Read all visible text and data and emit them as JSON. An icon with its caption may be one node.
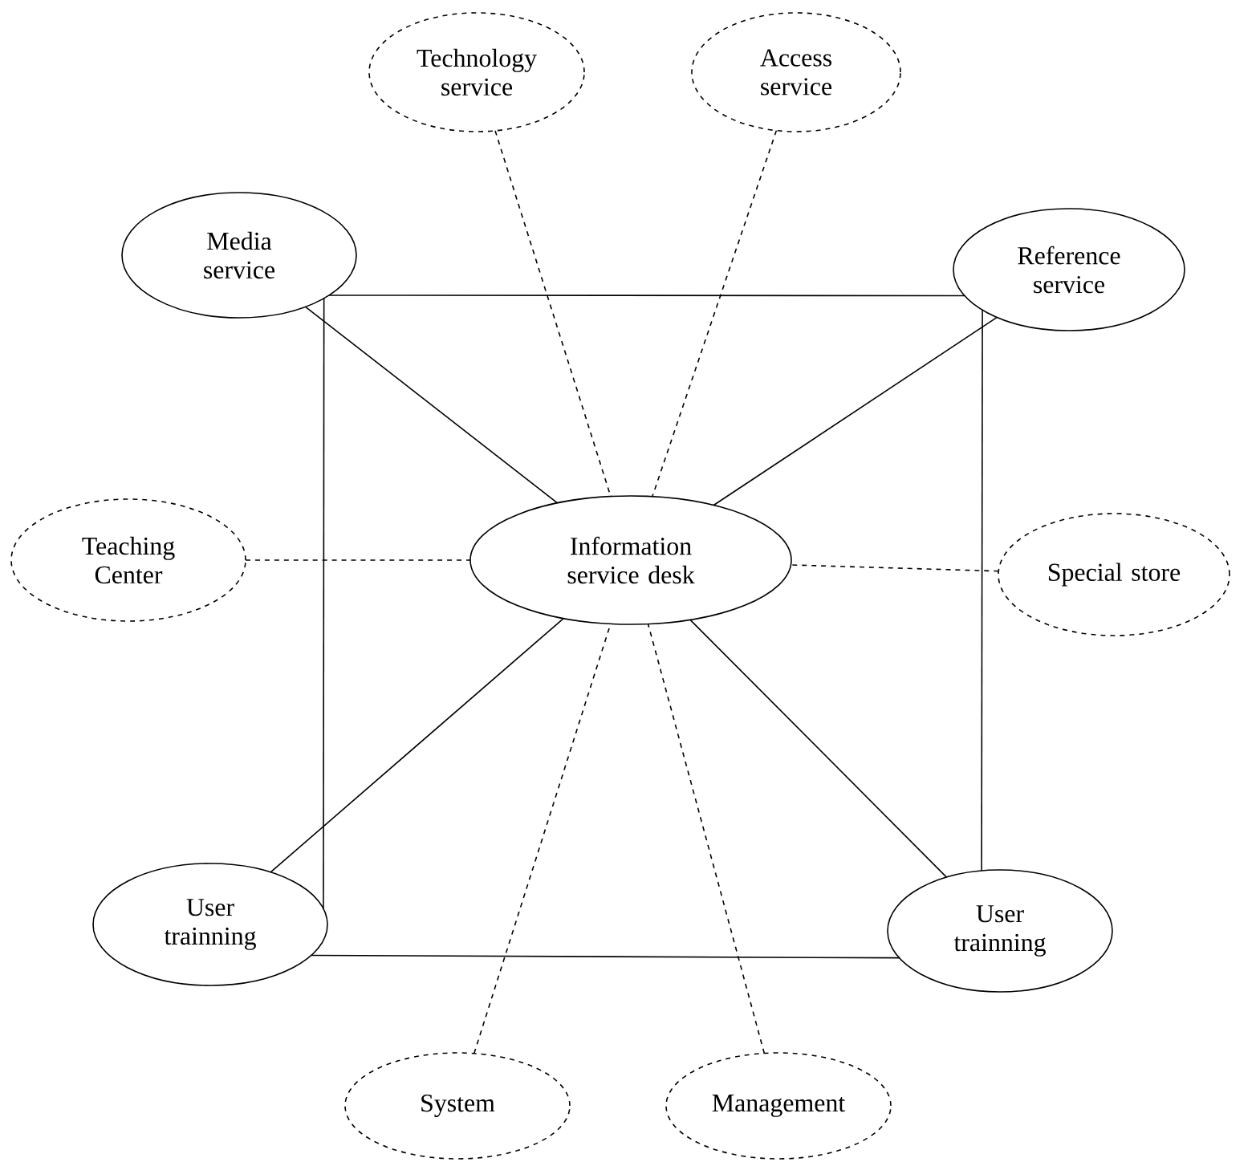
{
  "diagram": {
    "nodes": [
      {
        "text": [
          "Technology service"
        ]
      },
      {
        "text": [
          "Access service"
        ]
      },
      {
        "text": [
          "Media service"
        ]
      },
      {
        "text": [
          "Reference service"
        ]
      },
      {
        "text": [
          "Teaching Center"
        ]
      },
      {
        "text": [
          "Information service desk"
        ]
      },
      {
        "text": [
          "Special store"
        ]
      },
      {
        "text": [
          "User trainning"
        ]
      },
      {
        "text": [
          "User trainning"
        ]
      },
      {
        "text": [
          "System"
        ]
      },
      {
        "text": [
          "Management"
        ]
      }
    ],
    "edges": [
      {
        "from": 2,
        "to": 3,
        "arrow": "none"
      },
      {
        "from": 2,
        "to": 7,
        "arrow": "none"
      },
      {
        "from": 3,
        "to": 8,
        "arrow": "none"
      },
      {
        "from": 7,
        "to": 8,
        "arrow": "none"
      },
      {
        "from": 2,
        "to": 5,
        "arrow": "none"
      },
      {
        "from": 3,
        "to": 5,
        "arrow": "none"
      },
      {
        "from": 7,
        "to": 5,
        "arrow": "none"
      },
      {
        "from": 8,
        "to": 5,
        "arrow": "none"
      },
      {
        "from": 0,
        "to": 5,
        "arrow": "none",
        "style": "dashed"
      },
      {
        "from": 1,
        "to": 5,
        "arrow": "none",
        "style": "dashed"
      },
      {
        "from": 4,
        "to": 5,
        "arrow": "none",
        "style": "dashed"
      },
      {
        "from": 6,
        "to": 5,
        "arrow": "none",
        "style": "dashed"
      },
      {
        "from": 9,
        "to": 5,
        "arrow": "none",
        "style": "dashed"
      },
      {
        "from": 10,
        "to": 5,
        "arrow": "none",
        "style": "dashed"
      }
    ]
  }
}
